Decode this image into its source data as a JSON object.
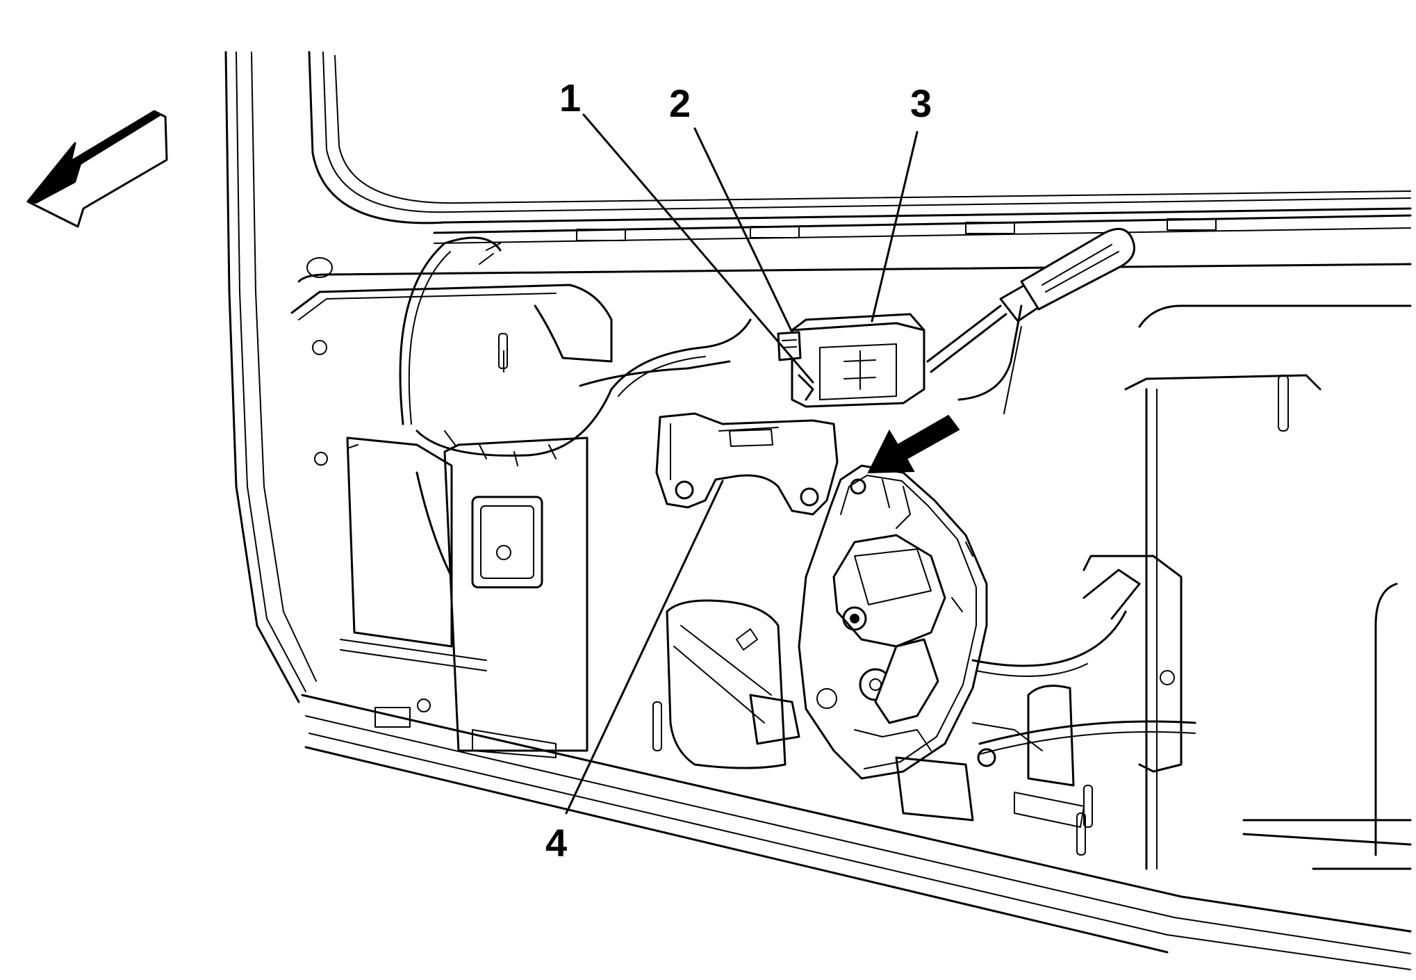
{
  "figure": {
    "callouts": [
      {
        "id": "1",
        "label": "1"
      },
      {
        "id": "2",
        "label": "2"
      },
      {
        "id": "3",
        "label": "3"
      },
      {
        "id": "4",
        "label": "4"
      }
    ],
    "colors": {
      "line": "#000000",
      "background": "#ffffff"
    }
  }
}
